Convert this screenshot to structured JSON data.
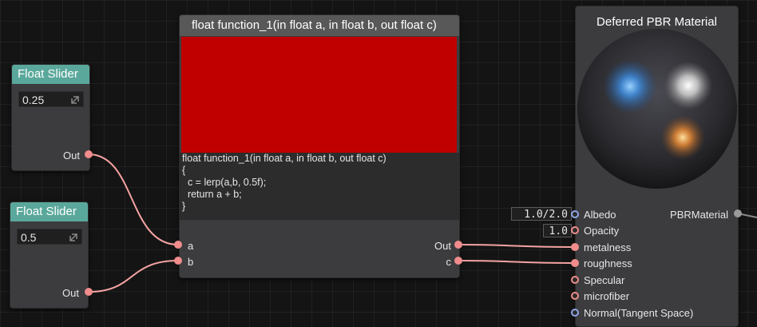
{
  "slider1": {
    "title": "Float Slider",
    "value": "0.25",
    "out_label": "Out"
  },
  "slider2": {
    "title": "Float Slider",
    "value": "0.5",
    "out_label": "Out"
  },
  "function_node": {
    "title": "float function_1(in float a, in float b, out float c)",
    "preview_color": "#c00000",
    "code": [
      "float function_1(in float a, in float b, out float c)",
      "{",
      "  c = lerp(a,b, 0.5f);",
      "  return a + b;",
      "}"
    ],
    "inputs": [
      "a",
      "b"
    ],
    "outputs": [
      "Out",
      "c"
    ]
  },
  "pbr_node": {
    "title": "Deferred PBR Material",
    "output": "PBRMaterial",
    "inputs": [
      {
        "label": "Albedo",
        "default": "1.0/2.0"
      },
      {
        "label": "Opacity",
        "default": "1.0"
      },
      {
        "label": "metalness"
      },
      {
        "label": "roughness"
      },
      {
        "label": "Specular"
      },
      {
        "label": "microfiber"
      },
      {
        "label": "Normal(Tangent Space)"
      }
    ]
  },
  "colors": {
    "canvas": "#141414",
    "slider_header": "#5aa89b",
    "node_body": "#3c3c3f",
    "wire": "#f5a3a3",
    "port_float": "#f08c8c",
    "port_vector": "#8fa6e8"
  }
}
